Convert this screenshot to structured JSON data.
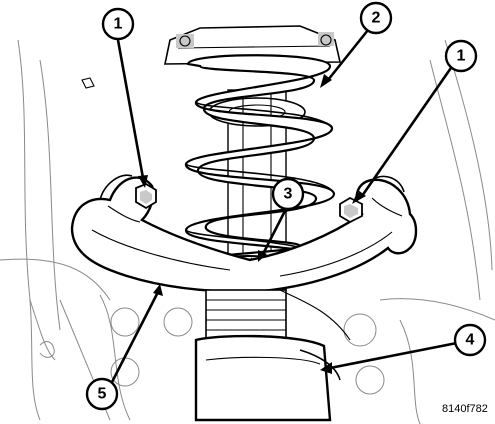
{
  "callouts": [
    {
      "id": "c1-left",
      "number": "1"
    },
    {
      "id": "c2",
      "number": "2"
    },
    {
      "id": "c1-right",
      "number": "1"
    },
    {
      "id": "c3",
      "number": "3"
    },
    {
      "id": "c4",
      "number": "4"
    },
    {
      "id": "c5",
      "number": "5"
    }
  ],
  "figure_reference": "8140f782",
  "colors": {
    "line": "#000000",
    "background": "#ffffff",
    "shading": "#c9c9c9"
  }
}
